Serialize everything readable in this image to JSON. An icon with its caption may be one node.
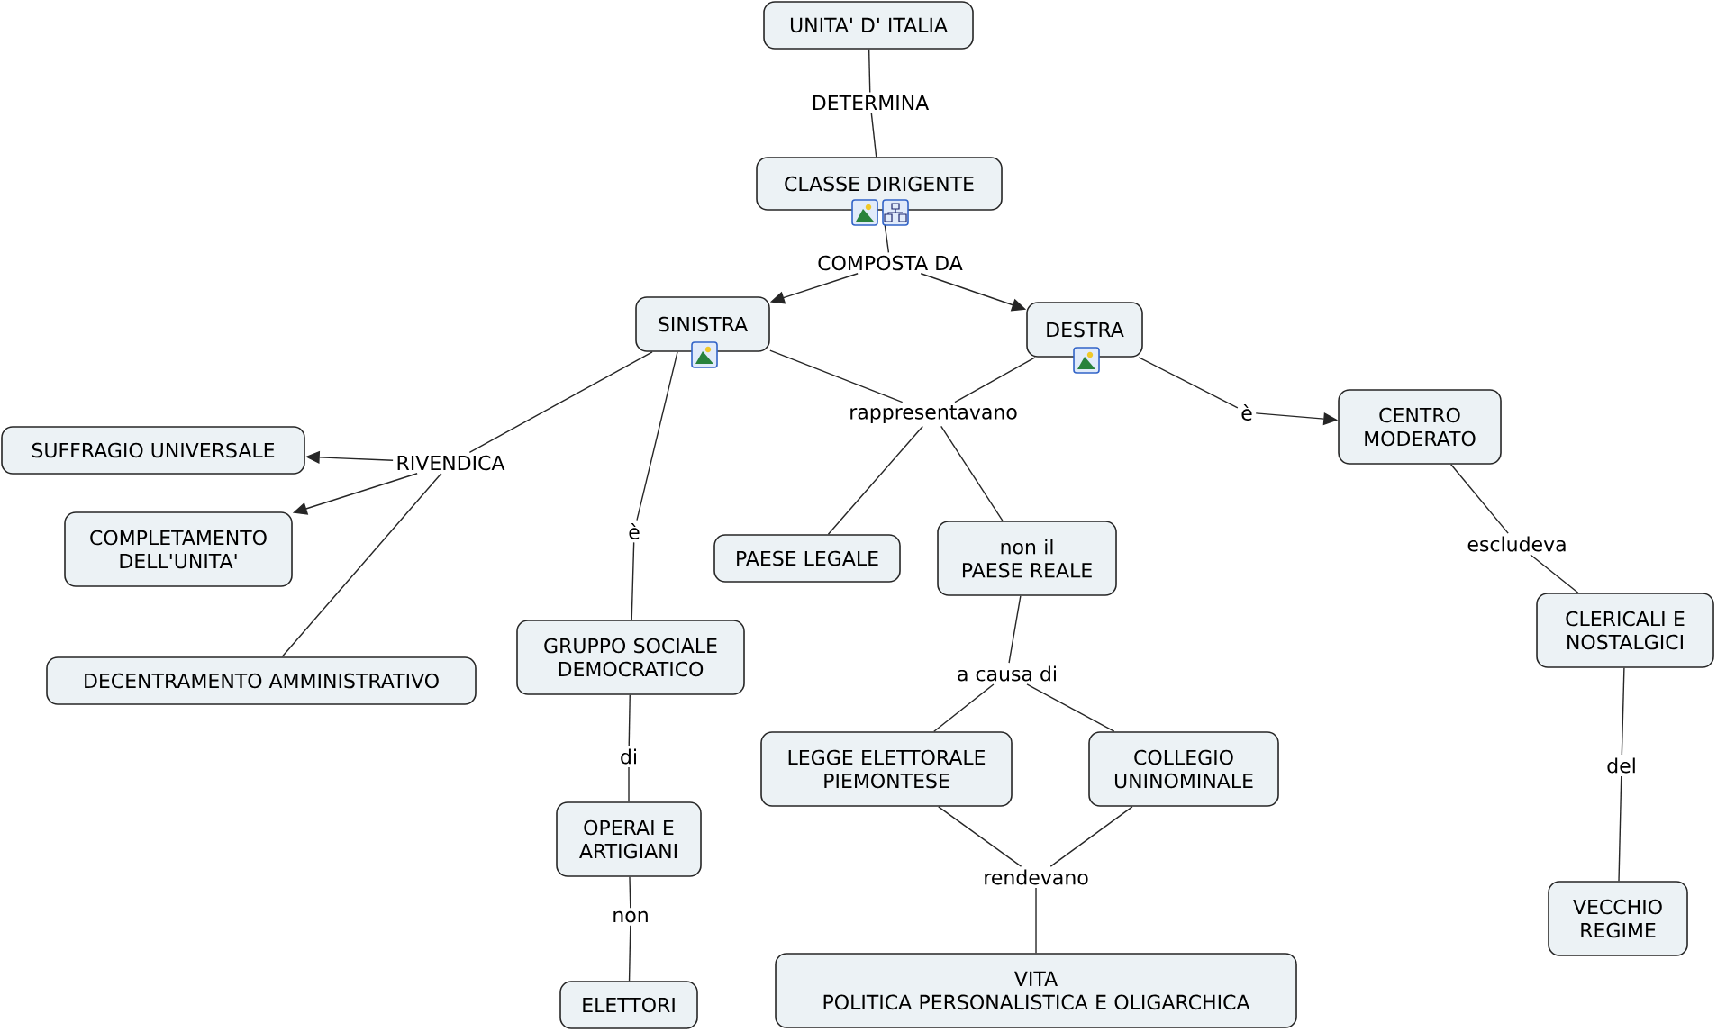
{
  "diagram": {
    "nodes": [
      {
        "text": [
          "UNITA' D' ITALIA"
        ]
      },
      {
        "text": [
          "DETERMINA"
        ]
      },
      {
        "text": [
          "CLASSE DIRIGENTE"
        ]
      },
      {
        "text": [
          "COMPOSTA DA"
        ]
      },
      {
        "text": [
          "SINISTRA"
        ]
      },
      {
        "text": [
          "DESTRA"
        ]
      },
      {
        "text": [
          "RIVENDICA"
        ]
      },
      {
        "text": [
          "SUFFRAGIO UNIVERSALE"
        ]
      },
      {
        "text": [
          "COMPLETAMENTO DELL'UNITA'"
        ]
      },
      {
        "text": [
          "DECENTRAMENTO AMMINISTRATIVO"
        ]
      },
      {
        "text": [
          "è"
        ]
      },
      {
        "text": [
          "GRUPPO SOCIALE DEMOCRATICO"
        ]
      },
      {
        "text": [
          "di"
        ]
      },
      {
        "text": [
          "OPERAI E ARTIGIANI"
        ]
      },
      {
        "text": [
          "non"
        ]
      },
      {
        "text": [
          "ELETTORI"
        ]
      },
      {
        "text": [
          "rappresentavano"
        ]
      },
      {
        "text": [
          "PAESE LEGALE"
        ]
      },
      {
        "text": [
          "non il PAESE REALE"
        ]
      },
      {
        "text": [
          "a causa di"
        ]
      },
      {
        "text": [
          "LEGGE ELETTORALE PIEMONTESE"
        ]
      },
      {
        "text": [
          "COLLEGIO UNINOMINALE"
        ]
      },
      {
        "text": [
          "rendevano"
        ]
      },
      {
        "text": [
          "VITA POLITICA PERSONALISTICA E OLIGARCHICA"
        ]
      },
      {
        "text": [
          "è"
        ]
      },
      {
        "text": [
          "CENTRO MODERATO"
        ]
      },
      {
        "text": [
          "escludeva"
        ]
      },
      {
        "text": [
          "CLERICALI E NOSTALGICI"
        ]
      },
      {
        "text": [
          "del"
        ]
      },
      {
        "text": [
          "VECCHIO REGIME"
        ]
      }
    ],
    "edges": [
      {
        "from": 0,
        "to": 1,
        "arrow": "none"
      },
      {
        "from": 1,
        "to": 2,
        "arrow": "none"
      },
      {
        "from": 2,
        "to": 3,
        "arrow": "none"
      },
      {
        "from": 3,
        "to": 4,
        "arrow": "to"
      },
      {
        "from": 3,
        "to": 5,
        "arrow": "to"
      },
      {
        "from": 4,
        "to": 6,
        "arrow": "none"
      },
      {
        "from": 6,
        "to": 7,
        "arrow": "to"
      },
      {
        "from": 6,
        "to": 8,
        "arrow": "to"
      },
      {
        "from": 6,
        "to": 9,
        "arrow": "none"
      },
      {
        "from": 4,
        "to": 10,
        "arrow": "none"
      },
      {
        "from": 10,
        "to": 11,
        "arrow": "none"
      },
      {
        "from": 11,
        "to": 12,
        "arrow": "none"
      },
      {
        "from": 12,
        "to": 13,
        "arrow": "none"
      },
      {
        "from": 13,
        "to": 14,
        "arrow": "none"
      },
      {
        "from": 14,
        "to": 15,
        "arrow": "none"
      },
      {
        "from": 4,
        "to": 16,
        "arrow": "none"
      },
      {
        "from": 5,
        "to": 16,
        "arrow": "none"
      },
      {
        "from": 16,
        "to": 17,
        "arrow": "none"
      },
      {
        "from": 16,
        "to": 18,
        "arrow": "none"
      },
      {
        "from": 18,
        "to": 19,
        "arrow": "none"
      },
      {
        "from": 19,
        "to": 20,
        "arrow": "none"
      },
      {
        "from": 19,
        "to": 21,
        "arrow": "none"
      },
      {
        "from": 20,
        "to": 22,
        "arrow": "none"
      },
      {
        "from": 21,
        "to": 22,
        "arrow": "none"
      },
      {
        "from": 22,
        "to": 23,
        "arrow": "none"
      },
      {
        "from": 5,
        "to": 24,
        "arrow": "none"
      },
      {
        "from": 24,
        "to": 25,
        "arrow": "to"
      },
      {
        "from": 25,
        "to": 26,
        "arrow": "none"
      },
      {
        "from": 26,
        "to": 27,
        "arrow": "none"
      },
      {
        "from": 27,
        "to": 28,
        "arrow": "none"
      },
      {
        "from": 28,
        "to": 29,
        "arrow": "none"
      }
    ]
  }
}
